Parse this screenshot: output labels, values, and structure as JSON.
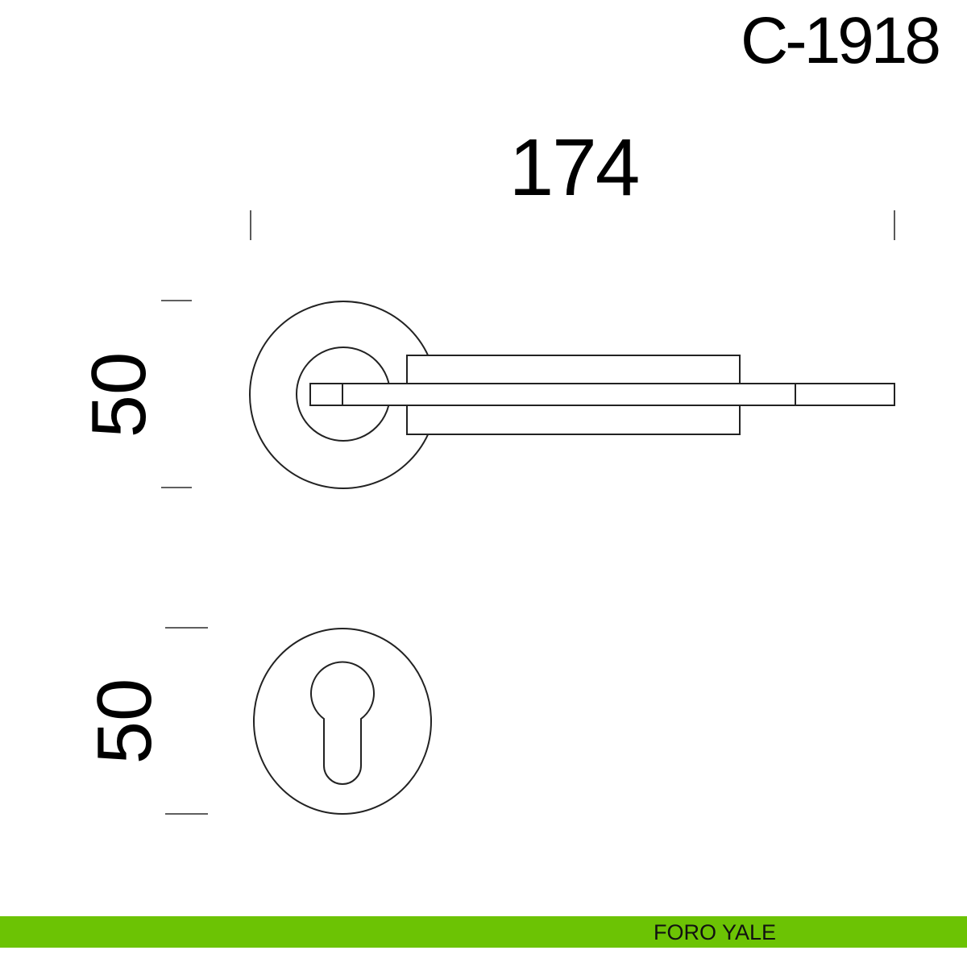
{
  "model_code": "C-1918",
  "dimensions": {
    "handle_length": "174",
    "rose_diameter": "50",
    "escutcheon_diameter": "50"
  },
  "footer": {
    "label": "FORO YALE",
    "color": "#6cc304"
  }
}
